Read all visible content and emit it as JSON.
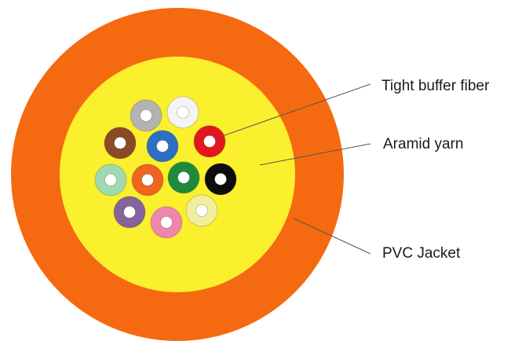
{
  "diagram": {
    "colors": {
      "jacket": "#f56a10",
      "yarn": "#fbf02e",
      "leader_line": "#555555",
      "fiber_core": "#ffffff"
    },
    "fibers": [
      {
        "name": "gray",
        "color": "#b3b3b3"
      },
      {
        "name": "white",
        "color": "#f4f4f4"
      },
      {
        "name": "brown",
        "color": "#8a4a26"
      },
      {
        "name": "blue",
        "color": "#2d6fc4"
      },
      {
        "name": "red",
        "color": "#e4161c"
      },
      {
        "name": "aqua",
        "color": "#9fd9b1"
      },
      {
        "name": "orange",
        "color": "#ee6420"
      },
      {
        "name": "green",
        "color": "#1e8a3e"
      },
      {
        "name": "black",
        "color": "#0d0d0d"
      },
      {
        "name": "violet",
        "color": "#86639a"
      },
      {
        "name": "rose",
        "color": "#ef86ac"
      },
      {
        "name": "yellow",
        "color": "#f3ee9c"
      }
    ],
    "labels": {
      "fiber": "Tight buffer fiber",
      "yarn": "Aramid yarn",
      "jacket": "PVC Jacket"
    }
  }
}
